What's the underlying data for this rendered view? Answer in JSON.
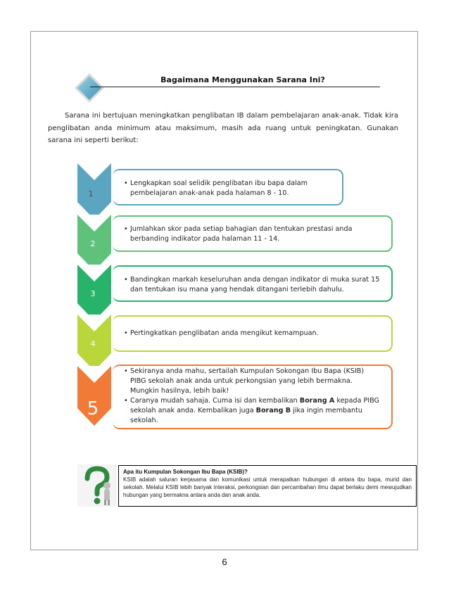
{
  "header": {
    "title": "Bagaimana Menggunakan Sarana Ini?"
  },
  "intro": "Sarana ini bertujuan meningkatkan penglibatan IB dalam pembelajaran anak-anak. Tidak kira penglibatan anda minimum atau maksimum, masih ada ruang untuk peningkatan. Gunakan sarana ini seperti berikut:",
  "steps": [
    {
      "number": "1",
      "color": "#5aa6c0",
      "lines": [
        "Lengkapkan soal selidik penglibatan ibu bapa dalam pembelajaran anak-anak  pada halaman 8 - 10."
      ]
    },
    {
      "number": "2",
      "color": "#5ec27a",
      "lines": [
        "Jumlahkan skor pada  setiap bahagian dan tentukan prestasi anda berbanding indikator pada halaman 11 - 14."
      ]
    },
    {
      "number": "3",
      "color": "#27b36a",
      "lines": [
        "Bandingkan markah keseluruhan anda dengan indikator di muka surat  15 dan tentukan isu mana yang hendak ditangani terlebih dahulu."
      ]
    },
    {
      "number": "4",
      "color": "#b9d63a",
      "lines": [
        "Pertingkatkan penglibatan anda mengikut kemampuan."
      ]
    },
    {
      "number": "5",
      "color": "#f07a36",
      "lines": [
        "Sekiranya anda mahu, sertailah Kumpulan Sokongan Ibu Bapa (KSIB) PIBG sekolah anak anda untuk perkongsian yang lebih bermakna.  Mungkin hasilnya, lebih baik!",
        "Caranya mudah sahaja. Cuma isi dan kembalikan ",
        "Borang A",
        " kepada PIBG sekolah anak anda. Kembalikan juga ",
        "Borang B",
        " jika ingin membantu sekolah."
      ]
    }
  ],
  "faq": {
    "title": "Apa itu Kumpulan Sokongan Ibu Bapa (KSIB)?",
    "body": "KSIB adalah saluran kerjasama dan komunikasi untuk merapatkan hubungan di antara ibu bapa, murid dan sekolah. Melalui KSIB lebih banyak interaksi, perkongsian dan percambahan ilmu dapat berlaku demi mewujudkan hubungan yang bermakna antara anda dan anak anda."
  },
  "page_number": "6",
  "icons": {
    "header": "diamond-icon",
    "faq": "question-mark-figure-icon"
  }
}
